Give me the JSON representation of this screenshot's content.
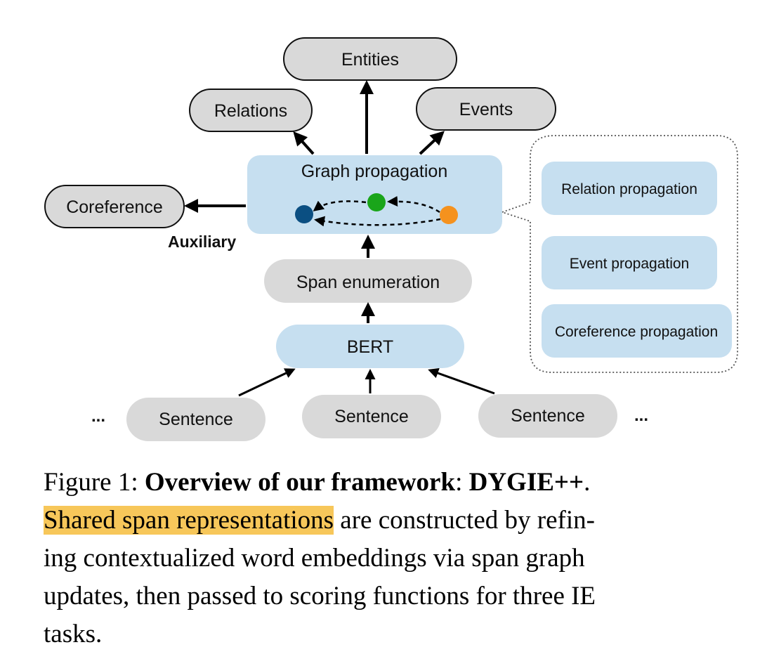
{
  "diagram": {
    "outputs": {
      "entities": "Entities",
      "relations": "Relations",
      "events": "Events",
      "coreference": "Coreference"
    },
    "auxiliary_label": "Auxiliary",
    "graph_propagation": "Graph propagation",
    "span_enumeration": "Span enumeration",
    "encoder": "BERT",
    "sentences": [
      "Sentence",
      "Sentence",
      "Sentence"
    ],
    "ellipsis": "...",
    "propagation_types": [
      "Relation propagation",
      "Event propagation",
      "Coreference propagation"
    ],
    "node_colors": {
      "blue": "#0b4f82",
      "green": "#1aa51a",
      "orange": "#f5921e"
    },
    "colors": {
      "gray_box": "#d9d9d9",
      "blue_box": "#c6dff0",
      "highlight": "#f7c75a"
    }
  },
  "caption": {
    "lines": [
      {
        "figure_label": "Figure 1:",
        "bold_text": "Overview of our framework",
        "colon": ":",
        "system_name": "DYGIE++",
        "period": "."
      },
      {
        "highlight": "Shared span representations",
        "rest": " are constructed by refin-"
      },
      {
        "text": "ing contextualized word embeddings via span graph"
      },
      {
        "text": "updates, then passed to scoring functions for three IE"
      },
      {
        "text": "tasks."
      }
    ]
  }
}
